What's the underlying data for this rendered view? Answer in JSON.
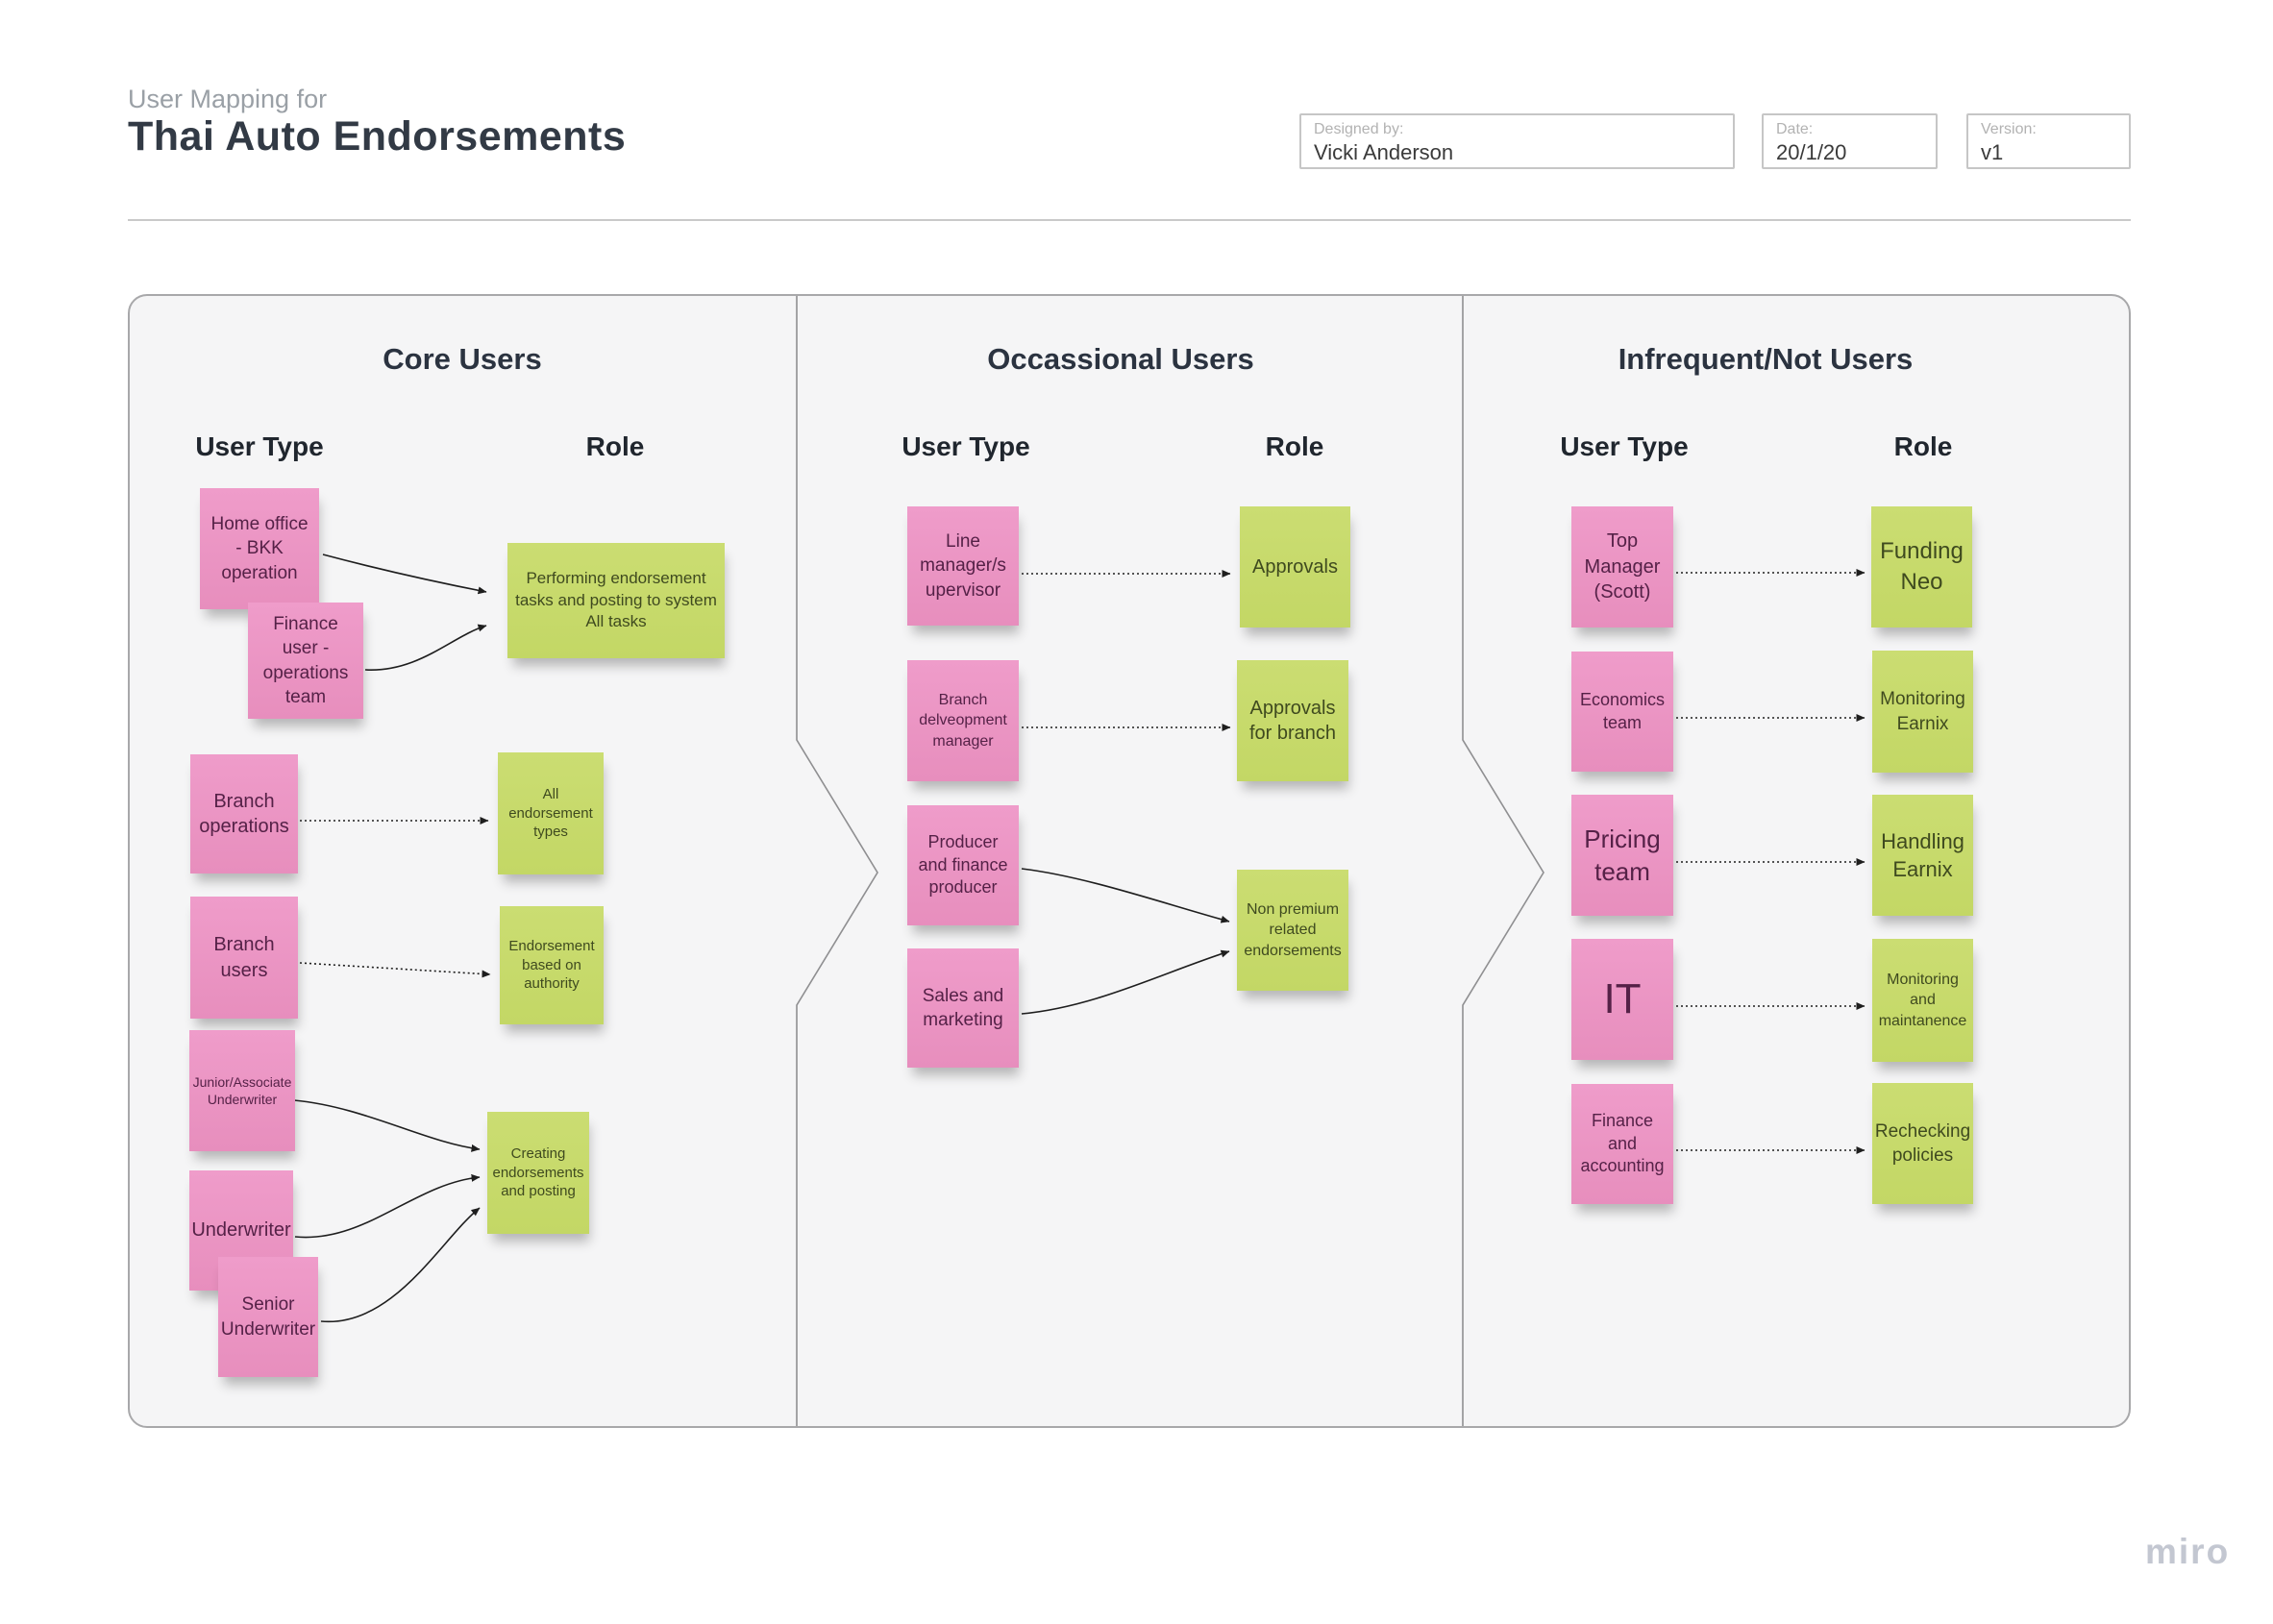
{
  "header": {
    "subtitle": "User Mapping for",
    "title": "Thai Auto Endorsements",
    "meta": [
      {
        "label": "Designed by:",
        "value": "Vicki Anderson"
      },
      {
        "label": "Date:",
        "value": "20/1/20"
      },
      {
        "label": "Version:",
        "value": "v1"
      }
    ]
  },
  "watermark": "miro",
  "colors": {
    "pink_note": "#e892c2",
    "green_note": "#c7da6c",
    "pink_text": "#552147",
    "green_text": "#3f4a1f",
    "heading": "#2e3542",
    "panel_bg": "#f5f5f6",
    "watermark": "#c3c7d1"
  },
  "columns": [
    {
      "title": "Core Users",
      "user_type_label": "User Type",
      "role_label": "Role",
      "user_notes": [
        "Home office - BKK operation",
        "Finance user - operations team",
        "Branch operations",
        "Branch users",
        "Junior/Associate Underwriter",
        "Underwriter",
        "Senior Underwriter"
      ],
      "role_notes": [
        "Performing endorsement tasks and posting to system All tasks",
        "All endorsement types",
        "Endorsement based on authority",
        "Creating endorsements and posting"
      ]
    },
    {
      "title": "Occassional Users",
      "user_type_label": "User Type",
      "role_label": "Role",
      "user_notes": [
        "Line manager/s upervisor",
        "Branch delveopment manager",
        "Producer and finance producer",
        "Sales and marketing"
      ],
      "role_notes": [
        "Approvals",
        "Approvals for branch",
        "Non premium related endorsements"
      ]
    },
    {
      "title": "Infrequent/Not Users",
      "user_type_label": "User Type",
      "role_label": "Role",
      "user_notes": [
        "Top Manager (Scott)",
        "Economics team",
        "Pricing team",
        "IT",
        "Finance and accounting"
      ],
      "role_notes": [
        "Funding Neo",
        "Monitoring Earnix",
        "Handling Earnix",
        "Monitoring and maintanence",
        "Rechecking policies"
      ]
    }
  ],
  "connections": [
    {
      "from": "Home office - BKK operation",
      "to": "Performing endorsement tasks and posting to system All tasks",
      "style": "solid-curve"
    },
    {
      "from": "Finance user - operations team",
      "to": "Performing endorsement tasks and posting to system All tasks",
      "style": "solid-curve"
    },
    {
      "from": "Branch operations",
      "to": "All endorsement types",
      "style": "dotted"
    },
    {
      "from": "Branch users",
      "to": "Endorsement based on authority",
      "style": "dotted"
    },
    {
      "from": "Junior/Associate Underwriter",
      "to": "Creating endorsements and posting",
      "style": "solid-curve"
    },
    {
      "from": "Underwriter",
      "to": "Creating endorsements and posting",
      "style": "solid-curve"
    },
    {
      "from": "Senior Underwriter",
      "to": "Creating endorsements and posting",
      "style": "solid-curve"
    },
    {
      "from": "Line manager/s upervisor",
      "to": "Approvals",
      "style": "dotted"
    },
    {
      "from": "Branch delveopment manager",
      "to": "Approvals for branch",
      "style": "dotted"
    },
    {
      "from": "Producer and finance producer",
      "to": "Non premium related endorsements",
      "style": "solid-curve"
    },
    {
      "from": "Sales and marketing",
      "to": "Non premium related endorsements",
      "style": "solid-curve"
    },
    {
      "from": "Top Manager (Scott)",
      "to": "Funding Neo",
      "style": "dotted"
    },
    {
      "from": "Economics team",
      "to": "Monitoring Earnix",
      "style": "dotted"
    },
    {
      "from": "Pricing team",
      "to": "Handling Earnix",
      "style": "dotted"
    },
    {
      "from": "IT",
      "to": "Monitoring and maintanence",
      "style": "dotted"
    },
    {
      "from": "Finance and accounting",
      "to": "Rechecking policies",
      "style": "dotted"
    }
  ]
}
